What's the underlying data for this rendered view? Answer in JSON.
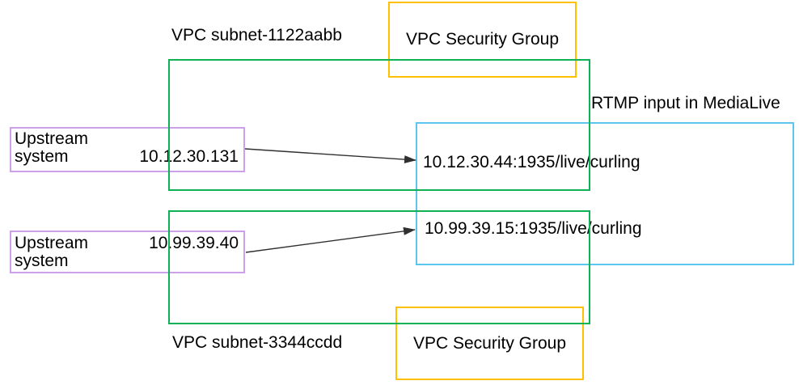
{
  "diagram": {
    "colors": {
      "subnet": "#0fb155",
      "sg": "#ffc000",
      "upstream": "#cda0ea",
      "rtmp": "#5bc6ee",
      "arrow": "#303030",
      "text": "#000000"
    },
    "subnet1": {
      "label": "VPC subnet-1122aabb"
    },
    "subnet2": {
      "label": "VPC subnet-3344ccdd"
    },
    "security_group1": {
      "label": "VPC Security Group"
    },
    "security_group2": {
      "label": "VPC Security Group"
    },
    "rtmp_input": {
      "label": "RTMP input in MediaLive",
      "endpoint1": "10.12.30.44:1935/live/curling",
      "endpoint2": "10.99.39.15:1935/live/curling"
    },
    "upstream1": {
      "name_line1": "Upstream",
      "name_line2": "system",
      "ip": "10.12.30.131"
    },
    "upstream2": {
      "name_line1": "Upstream",
      "name_line2": "system",
      "ip": "10.99.39.40"
    }
  }
}
